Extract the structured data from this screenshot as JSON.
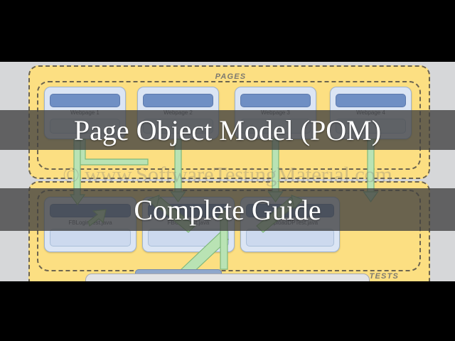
{
  "overlay": {
    "title_line_1": "Page Object Model (POM)",
    "title_line_2": "Complete Guide"
  },
  "watermark": {
    "text": "© www.SoftwareTestingMaterial.com"
  },
  "diagram": {
    "pages_section": {
      "label": "PAGES",
      "cards": [
        {
          "title": "Webpage 1"
        },
        {
          "title": "Webpage 2"
        },
        {
          "title": "Webpage 3"
        },
        {
          "title": "Webpage 4"
        }
      ]
    },
    "tests_section": {
      "label": "TESTS",
      "cards": [
        {
          "title": "FBLoginTest.java"
        },
        {
          "title": "FBChatTest.java"
        },
        {
          "title": "FBUploadDPTest.java"
        }
      ]
    },
    "runner": {
      "title": ""
    }
  },
  "colors": {
    "group_fill": "#fcdf82",
    "group_border": "#6d6550",
    "card_fill": "#dbe5f4",
    "card_header": "#6f8fc4",
    "connector": "#b9e3b4",
    "canvas": "#d6d7d9",
    "band": "rgba(64,64,64,.78)",
    "letterbox": "#000000"
  }
}
